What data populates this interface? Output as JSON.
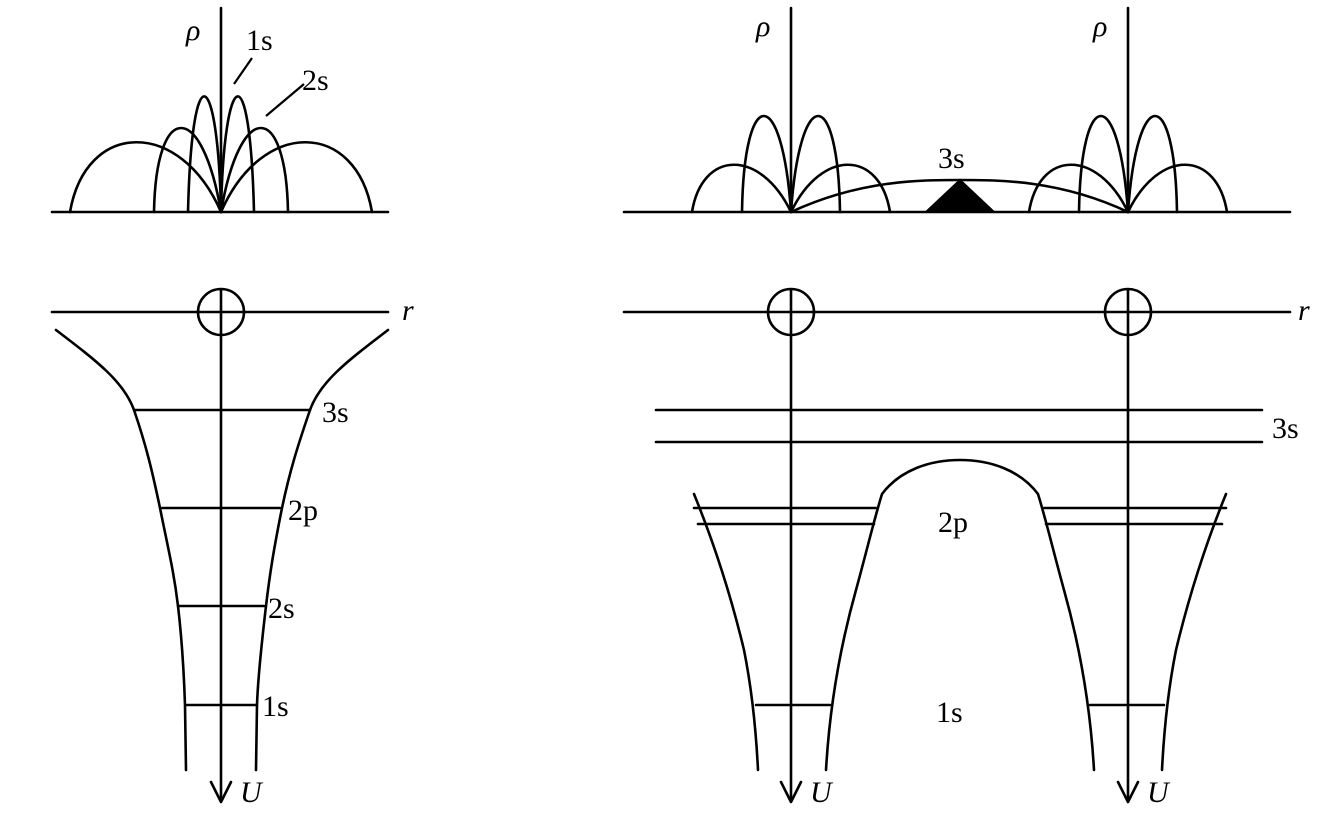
{
  "colors": {
    "ink": "#000000",
    "background": "#ffffff"
  },
  "left": {
    "rho_label": "ρ",
    "r_label": "r",
    "u_label": "U",
    "top_labels": {
      "one_s": "1s",
      "two_s": "2s"
    },
    "levels": {
      "three_s": "3s",
      "two_p": "2p",
      "two_s": "2s",
      "one_s": "1s"
    }
  },
  "right": {
    "rho_label_a": "ρ",
    "rho_label_b": "ρ",
    "r_label": "r",
    "u_label_a": "U",
    "u_label_b": "U",
    "top_label": "3s",
    "levels": {
      "three_s": "3s",
      "two_p": "2p",
      "one_s": "1s"
    }
  }
}
